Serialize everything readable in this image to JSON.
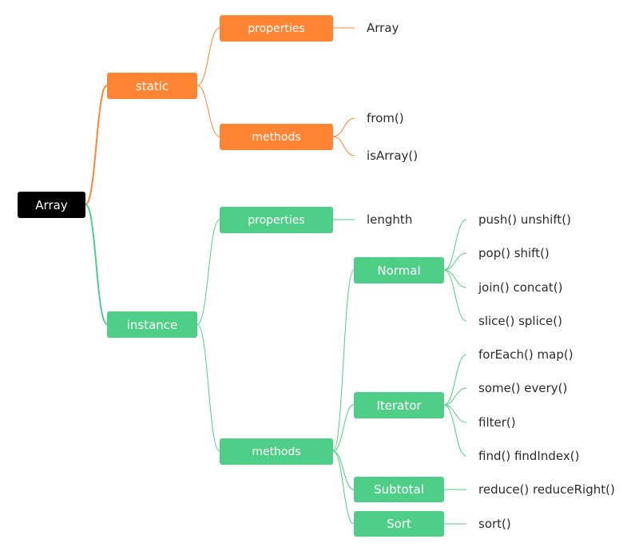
{
  "colors": {
    "root": "#000000",
    "static": "#ff8534",
    "instance": "#4fce88",
    "text": "#2b2b2b"
  },
  "root": {
    "label": "Array"
  },
  "static": {
    "label": "static",
    "properties": {
      "label": "properties",
      "items": [
        "Array"
      ]
    },
    "methods": {
      "label": "methods",
      "items": [
        "from()",
        "isArray()"
      ]
    }
  },
  "instance": {
    "label": "instance",
    "properties": {
      "label": "properties",
      "items": [
        "lenghth"
      ]
    },
    "methods": {
      "label": "methods",
      "groups": [
        {
          "label": "Normal",
          "items": [
            "push() unshift()",
            "pop() shift()",
            "join() concat()",
            "slice() splice()"
          ]
        },
        {
          "label": "Iterator",
          "items": [
            "forEach() map()",
            "some() every()",
            "filter()",
            "find() findIndex()"
          ]
        },
        {
          "label": "Subtotal",
          "items": [
            "reduce() reduceRight()"
          ]
        },
        {
          "label": "Sort",
          "items": [
            "sort()"
          ]
        }
      ]
    }
  }
}
